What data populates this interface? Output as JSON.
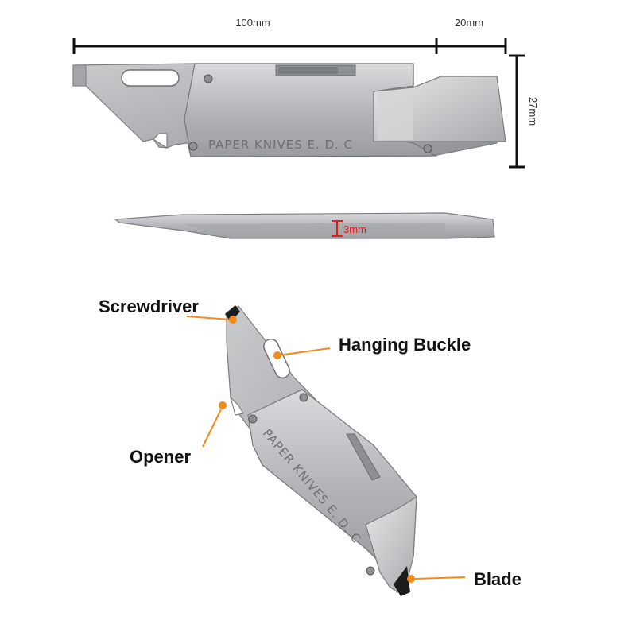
{
  "dimensions": {
    "length_main": "100mm",
    "length_blade": "20mm",
    "height": "27mm",
    "thickness": "3mm"
  },
  "engraving": "PAPER KNIVES E. D. C",
  "callouts": {
    "screwdriver": "Screwdriver",
    "hanging_buckle": "Hanging Buckle",
    "opener": "Opener",
    "blade": "Blade"
  },
  "colors": {
    "callout_accent": "#f28a1c",
    "dimension_line": "#111111",
    "thickness_marker": "#e21b1b",
    "steel": "#b9bbbe"
  }
}
